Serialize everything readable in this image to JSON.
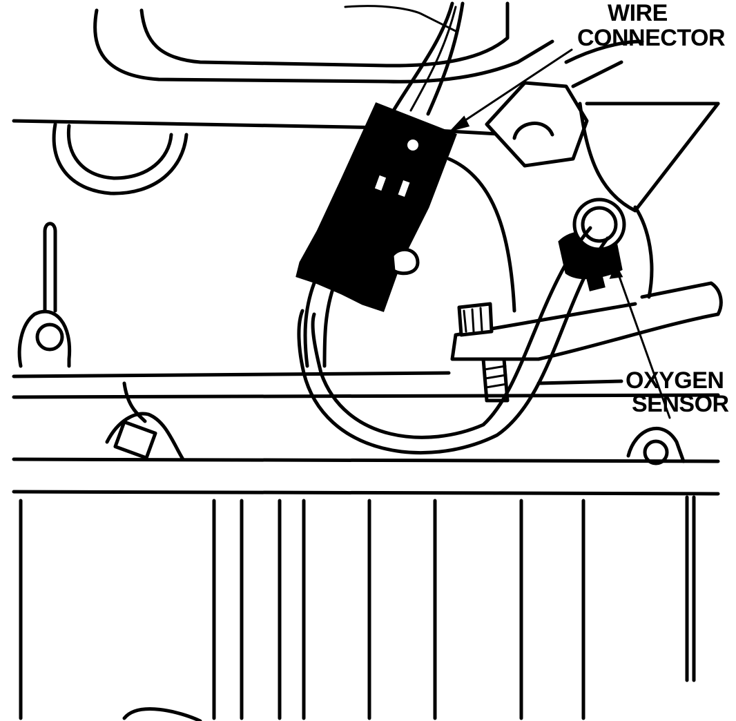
{
  "labels": {
    "wire_connector_line1": "WIRE",
    "wire_connector_line2": "CONNECTOR",
    "oxygen_sensor_line1": "OXYGEN",
    "oxygen_sensor_line2": "SENSOR"
  },
  "colors": {
    "ink": "#000000",
    "paper": "#ffffff"
  }
}
